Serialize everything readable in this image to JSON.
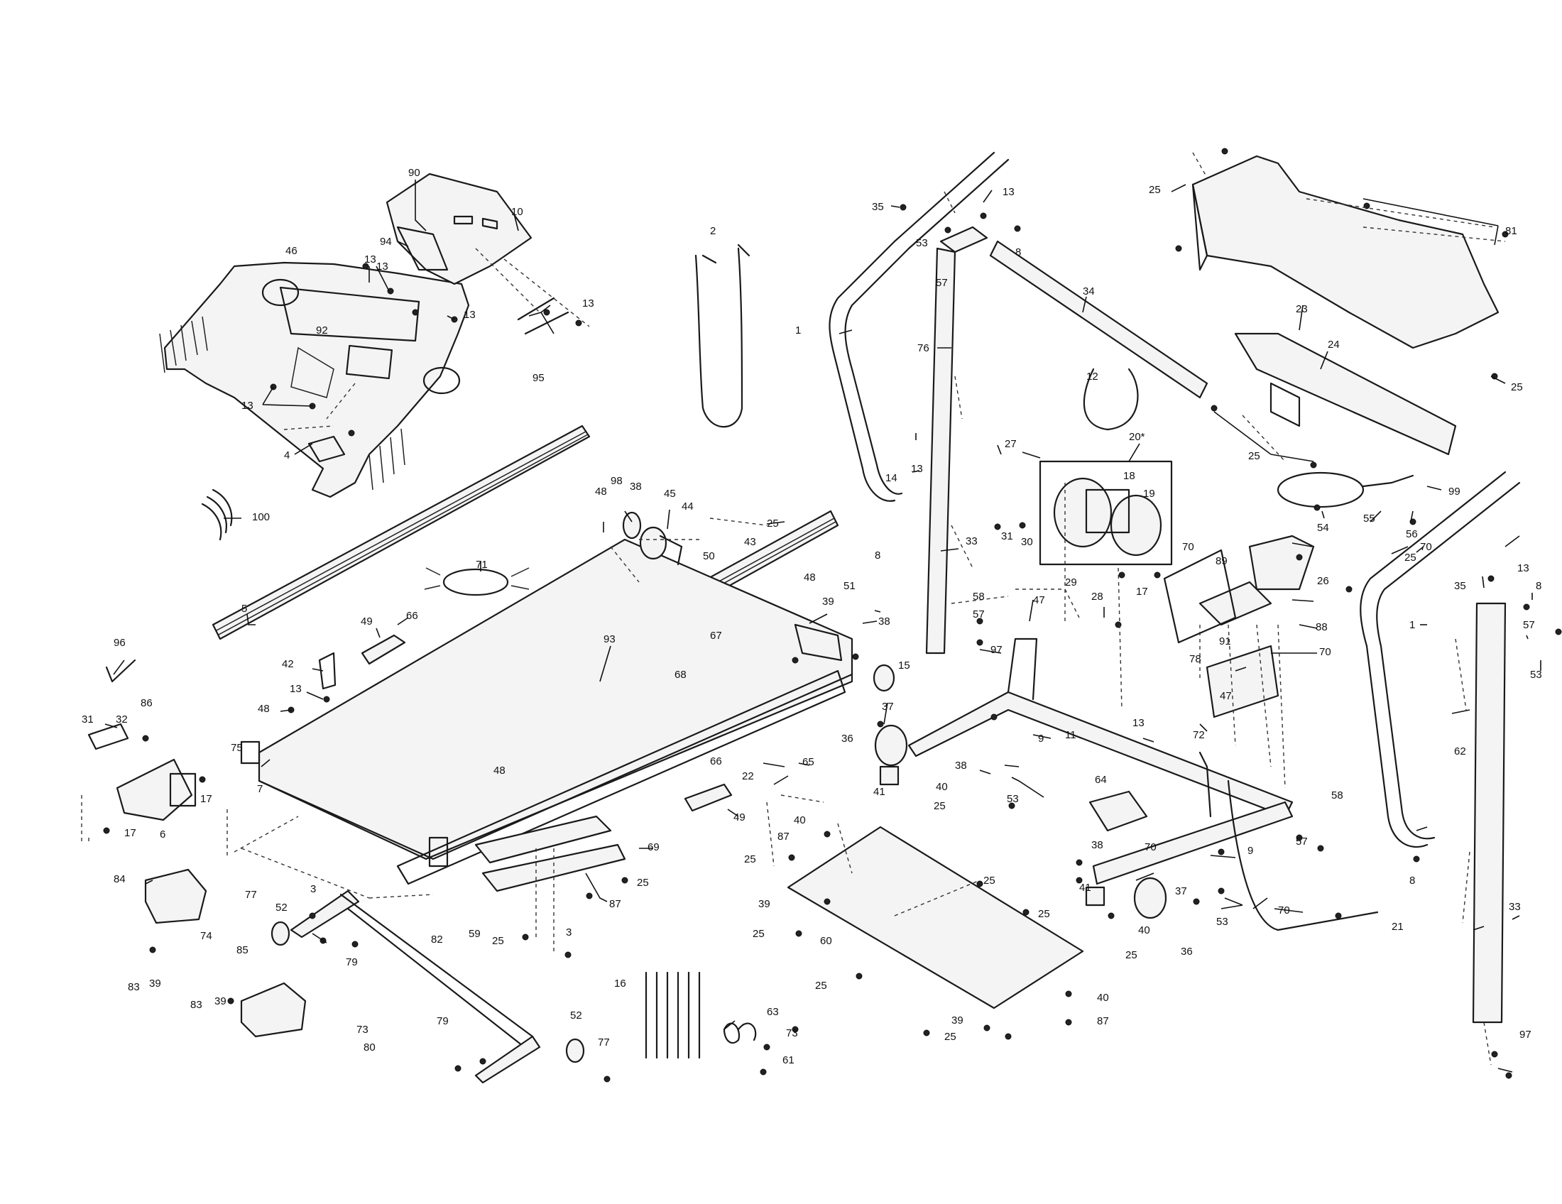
{
  "callouts": [
    {
      "id": "c90",
      "label": "90"
    },
    {
      "id": "c10",
      "label": "10"
    },
    {
      "id": "c94",
      "label": "94"
    },
    {
      "id": "c46",
      "label": "46"
    },
    {
      "id": "c13a",
      "label": "13"
    },
    {
      "id": "c13b",
      "label": "13"
    },
    {
      "id": "c13c",
      "label": "13"
    },
    {
      "id": "c92",
      "label": "92"
    },
    {
      "id": "c95",
      "label": "95"
    },
    {
      "id": "c13d",
      "label": "13"
    },
    {
      "id": "c13e",
      "label": "13"
    },
    {
      "id": "c4",
      "label": "4"
    },
    {
      "id": "c2",
      "label": "2"
    },
    {
      "id": "c100",
      "label": "100"
    },
    {
      "id": "c5",
      "label": "5"
    },
    {
      "id": "c71",
      "label": "71"
    },
    {
      "id": "c98",
      "label": "98"
    },
    {
      "id": "c38a",
      "label": "38"
    },
    {
      "id": "c48a",
      "label": "48"
    },
    {
      "id": "c45",
      "label": "45"
    },
    {
      "id": "c44",
      "label": "44"
    },
    {
      "id": "c25a",
      "label": "25"
    },
    {
      "id": "c43",
      "label": "43"
    },
    {
      "id": "c50",
      "label": "50"
    },
    {
      "id": "c96",
      "label": "96"
    },
    {
      "id": "c49a",
      "label": "49"
    },
    {
      "id": "c66a",
      "label": "66"
    },
    {
      "id": "c93",
      "label": "93"
    },
    {
      "id": "c67",
      "label": "67"
    },
    {
      "id": "c48b",
      "label": "48"
    },
    {
      "id": "c51",
      "label": "51"
    },
    {
      "id": "c39a",
      "label": "39"
    },
    {
      "id": "c38b",
      "label": "38"
    },
    {
      "id": "c42",
      "label": "42"
    },
    {
      "id": "c13f",
      "label": "13"
    },
    {
      "id": "c48c",
      "label": "48"
    },
    {
      "id": "c86",
      "label": "86"
    },
    {
      "id": "c31a",
      "label": "31"
    },
    {
      "id": "c32",
      "label": "32"
    },
    {
      "id": "c75",
      "label": "75"
    },
    {
      "id": "c68",
      "label": "68"
    },
    {
      "id": "c7",
      "label": "7"
    },
    {
      "id": "c17a",
      "label": "17"
    },
    {
      "id": "c17b",
      "label": "17"
    },
    {
      "id": "c6",
      "label": "6"
    },
    {
      "id": "c48d",
      "label": "48"
    },
    {
      "id": "c66b",
      "label": "66"
    },
    {
      "id": "c49b",
      "label": "49"
    },
    {
      "id": "c65",
      "label": "65"
    },
    {
      "id": "c22",
      "label": "22"
    },
    {
      "id": "c69",
      "label": "69"
    },
    {
      "id": "c25b",
      "label": "25"
    },
    {
      "id": "c84",
      "label": "84"
    },
    {
      "id": "c77a",
      "label": "77"
    },
    {
      "id": "c3a",
      "label": "3"
    },
    {
      "id": "c52a",
      "label": "52"
    },
    {
      "id": "c87a",
      "label": "87"
    },
    {
      "id": "c59",
      "label": "59"
    },
    {
      "id": "c25c",
      "label": "25"
    },
    {
      "id": "c3b",
      "label": "3"
    },
    {
      "id": "c74",
      "label": "74"
    },
    {
      "id": "c39b",
      "label": "39"
    },
    {
      "id": "c83a",
      "label": "83"
    },
    {
      "id": "c79a",
      "label": "79"
    },
    {
      "id": "c82",
      "label": "82"
    },
    {
      "id": "c85",
      "label": "85"
    },
    {
      "id": "c39c",
      "label": "39"
    },
    {
      "id": "c83b",
      "label": "83"
    },
    {
      "id": "c73a",
      "label": "73"
    },
    {
      "id": "c80",
      "label": "80"
    },
    {
      "id": "c79b",
      "label": "79"
    },
    {
      "id": "c52b",
      "label": "52"
    },
    {
      "id": "c77b",
      "label": "77"
    },
    {
      "id": "c16",
      "label": "16"
    },
    {
      "id": "c63",
      "label": "63"
    },
    {
      "id": "c73b",
      "label": "73"
    },
    {
      "id": "c61",
      "label": "61"
    },
    {
      "id": "c35a",
      "label": "35"
    },
    {
      "id": "c13g",
      "label": "13"
    },
    {
      "id": "c8a",
      "label": "8"
    },
    {
      "id": "c53a",
      "label": "53"
    },
    {
      "id": "c57a",
      "label": "57"
    },
    {
      "id": "c1a",
      "label": "1"
    },
    {
      "id": "c76",
      "label": "76"
    },
    {
      "id": "c34",
      "label": "34"
    },
    {
      "id": "c12",
      "label": "12"
    },
    {
      "id": "c14",
      "label": "14"
    },
    {
      "id": "c13h",
      "label": "13"
    },
    {
      "id": "c27",
      "label": "27"
    },
    {
      "id": "c20",
      "label": "20*"
    },
    {
      "id": "c18",
      "label": "18"
    },
    {
      "id": "c19",
      "label": "19"
    },
    {
      "id": "c8b",
      "label": "8"
    },
    {
      "id": "c33a",
      "label": "33"
    },
    {
      "id": "c31b",
      "label": "31"
    },
    {
      "id": "c30",
      "label": "30"
    },
    {
      "id": "c29",
      "label": "29"
    },
    {
      "id": "c17c",
      "label": "17"
    },
    {
      "id": "c15",
      "label": "15"
    },
    {
      "id": "c58a",
      "label": "58"
    },
    {
      "id": "c57b",
      "label": "57"
    },
    {
      "id": "c47a",
      "label": "47"
    },
    {
      "id": "c28",
      "label": "28"
    },
    {
      "id": "c97a",
      "label": "97"
    },
    {
      "id": "c37a",
      "label": "37"
    },
    {
      "id": "c36a",
      "label": "36"
    },
    {
      "id": "c9a",
      "label": "9"
    },
    {
      "id": "c11",
      "label": "11"
    },
    {
      "id": "c38c",
      "label": "38"
    },
    {
      "id": "c53b",
      "label": "53"
    },
    {
      "id": "c41a",
      "label": "41"
    },
    {
      "id": "c40a",
      "label": "40"
    },
    {
      "id": "c25d",
      "label": "25"
    },
    {
      "id": "c40b",
      "label": "40"
    },
    {
      "id": "c87b",
      "label": "87"
    },
    {
      "id": "c25e",
      "label": "25"
    },
    {
      "id": "c25f",
      "label": "25"
    },
    {
      "id": "c39d",
      "label": "39"
    },
    {
      "id": "c25g",
      "label": "25"
    },
    {
      "id": "c60",
      "label": "60"
    },
    {
      "id": "c25h",
      "label": "25"
    },
    {
      "id": "c25i",
      "label": "25"
    },
    {
      "id": "c39e",
      "label": "39"
    },
    {
      "id": "c25j",
      "label": "25"
    },
    {
      "id": "c40c",
      "label": "40"
    },
    {
      "id": "c87c",
      "label": "87"
    },
    {
      "id": "c13i",
      "label": "13"
    },
    {
      "id": "c72",
      "label": "72"
    },
    {
      "id": "c64",
      "label": "64"
    },
    {
      "id": "c38d",
      "label": "38"
    },
    {
      "id": "c70a",
      "label": "70"
    },
    {
      "id": "c41b",
      "label": "41"
    },
    {
      "id": "c40d",
      "label": "40"
    },
    {
      "id": "c25k",
      "label": "25"
    },
    {
      "id": "c37b",
      "label": "37"
    },
    {
      "id": "c36b",
      "label": "36"
    },
    {
      "id": "c53c",
      "label": "53"
    },
    {
      "id": "c9b",
      "label": "9"
    },
    {
      "id": "c47b",
      "label": "47"
    },
    {
      "id": "c70b",
      "label": "70"
    },
    {
      "id": "c21",
      "label": "21"
    },
    {
      "id": "c25l",
      "label": "25"
    },
    {
      "id": "c81",
      "label": "81"
    },
    {
      "id": "c23",
      "label": "23"
    },
    {
      "id": "c24",
      "label": "24"
    },
    {
      "id": "c25m",
      "label": "25"
    },
    {
      "id": "c25n",
      "label": "25"
    },
    {
      "id": "c99",
      "label": "99"
    },
    {
      "id": "c54",
      "label": "54"
    },
    {
      "id": "c55",
      "label": "55"
    },
    {
      "id": "c56",
      "label": "56"
    },
    {
      "id": "c25o",
      "label": "25"
    },
    {
      "id": "c70c",
      "label": "70"
    },
    {
      "id": "c70d",
      "label": "70"
    },
    {
      "id": "c89",
      "label": "89"
    },
    {
      "id": "c26",
      "label": "26"
    },
    {
      "id": "c88",
      "label": "88"
    },
    {
      "id": "c91",
      "label": "91"
    },
    {
      "id": "c70e",
      "label": "70"
    },
    {
      "id": "c78",
      "label": "78"
    },
    {
      "id": "c35b",
      "label": "35"
    },
    {
      "id": "c13j",
      "label": "13"
    },
    {
      "id": "c8c",
      "label": "8"
    },
    {
      "id": "c57c",
      "label": "57"
    },
    {
      "id": "c53d",
      "label": "53"
    },
    {
      "id": "c1b",
      "label": "1"
    },
    {
      "id": "c62",
      "label": "62"
    },
    {
      "id": "c58b",
      "label": "58"
    },
    {
      "id": "c57d",
      "label": "57"
    },
    {
      "id": "c8d",
      "label": "8"
    },
    {
      "id": "c33b",
      "label": "33"
    },
    {
      "id": "c97b",
      "label": "97"
    }
  ]
}
